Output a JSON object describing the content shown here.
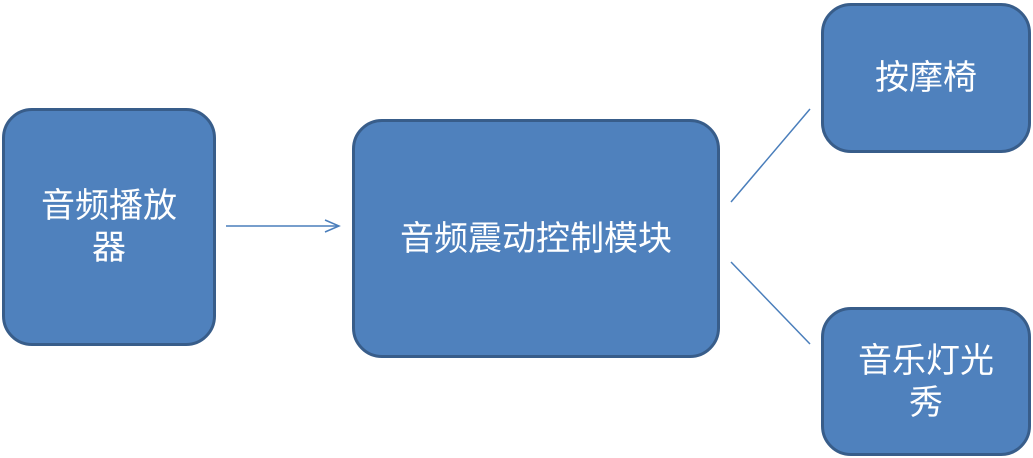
{
  "diagram": {
    "nodes": {
      "player": {
        "label": "音频播放器"
      },
      "module": {
        "label": "音频震动控制模块"
      },
      "chair": {
        "label": "按摩椅"
      },
      "light": {
        "label": "音乐灯光秀"
      }
    },
    "edges": [
      {
        "from": "player",
        "to": "module",
        "style": "arrow"
      },
      {
        "from": "module",
        "to": "chair",
        "style": "line"
      },
      {
        "from": "module",
        "to": "light",
        "style": "line"
      }
    ],
    "colors": {
      "node_fill": "#4f81bd",
      "node_border": "#385d8a",
      "node_text": "#ffffff",
      "edge": "#4a7ebb"
    }
  }
}
